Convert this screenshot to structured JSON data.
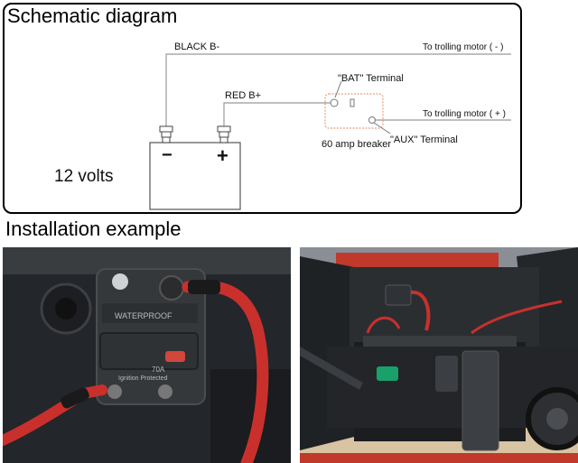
{
  "schematic": {
    "title": "Schematic diagram",
    "battery_voltage": "12 volts",
    "negative_terminal_symbol": "−",
    "positive_terminal_symbol": "+",
    "black_wire_label": "BLACK B-",
    "red_wire_label": "RED B+",
    "bat_terminal_label": "\"BAT\" Terminal",
    "aux_terminal_label": "\"AUX\" Terminal",
    "breaker_label": "60 amp breaker",
    "motor_negative_label": "To trolling motor ( - )",
    "motor_positive_label": "To trolling motor ( + )"
  },
  "installation": {
    "title": "Installation example",
    "breaker_face_text": "WATERPROOF",
    "breaker_rating": "70A",
    "breaker_note": "Ignition Protected"
  },
  "colors": {
    "red_wire": "#c9302c",
    "breaker_outline": "#e8a07a",
    "frame": "#000000"
  }
}
